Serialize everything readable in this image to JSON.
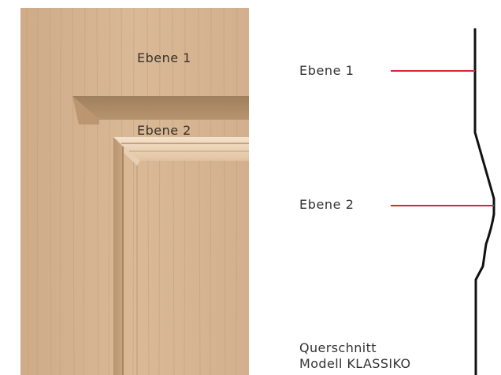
{
  "photo": {
    "label_level1": "Ebene 1",
    "label_level2": "Ebene 2"
  },
  "diagram": {
    "label_level1": "Ebene 1",
    "label_level2": "Ebene 2",
    "caption_line1": "Querschnitt",
    "caption_line2": "Modell KLASSIKO"
  },
  "colors": {
    "wood_light": "#d8b897",
    "wood_mid": "#c9a37f",
    "wood_shadow": "#a8845f",
    "leader_line": "#d9272e",
    "profile_line": "#111111"
  }
}
